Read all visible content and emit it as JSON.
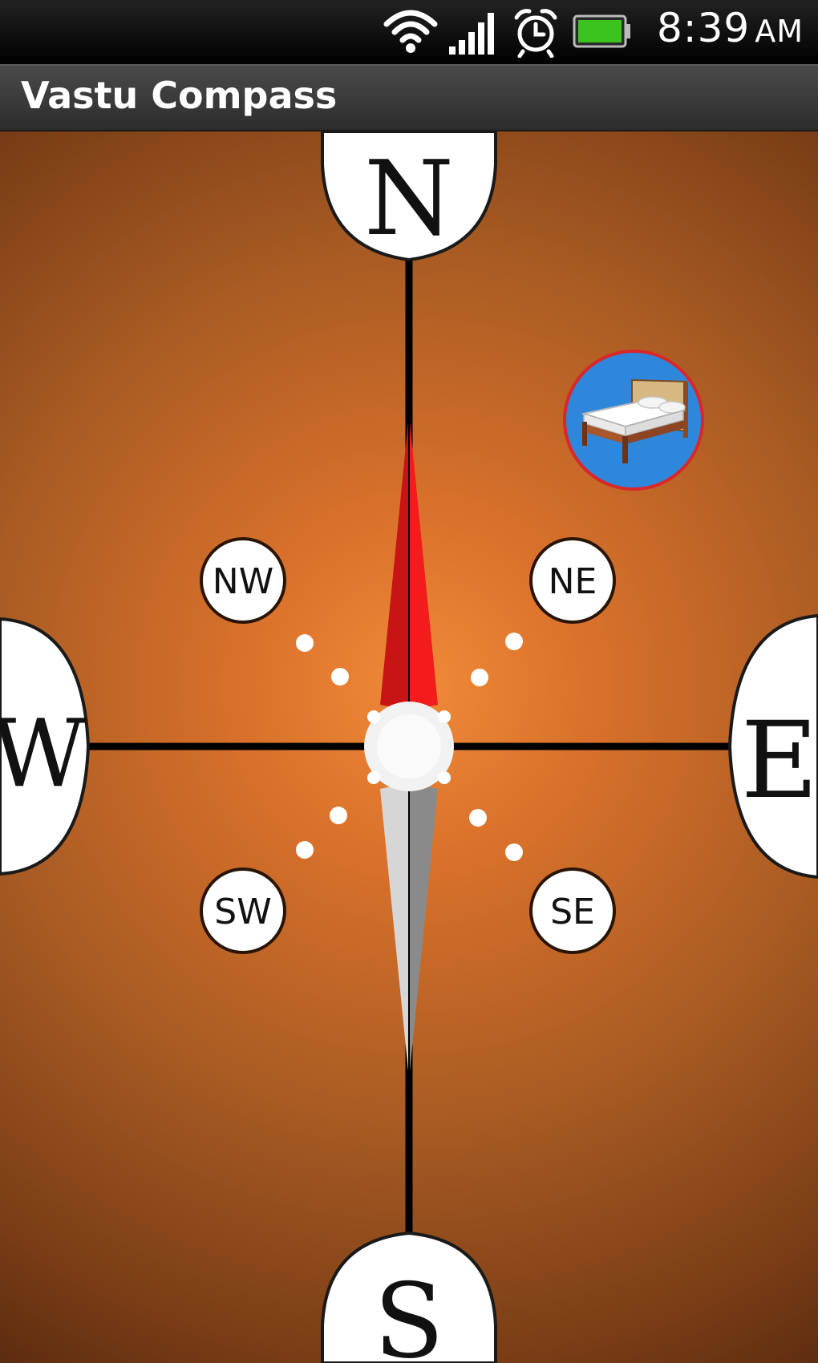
{
  "status_bar": {
    "time": "8:39",
    "ampm": "AM",
    "icons": [
      "wifi-icon",
      "signal-icon",
      "alarm-icon",
      "battery-icon"
    ]
  },
  "app": {
    "title": "Vastu Compass"
  },
  "compass": {
    "cardinals": {
      "north": "N",
      "south": "S",
      "east": "E",
      "west": "W"
    },
    "intercardinals": {
      "northwest": "NW",
      "northeast": "NE",
      "southwest": "SW",
      "southeast": "SE"
    },
    "needle_colors": {
      "north": "#d31616",
      "south": "#c8c8c8"
    },
    "background_color": "#d9712b"
  },
  "room_button": {
    "icon": "bed-icon"
  }
}
